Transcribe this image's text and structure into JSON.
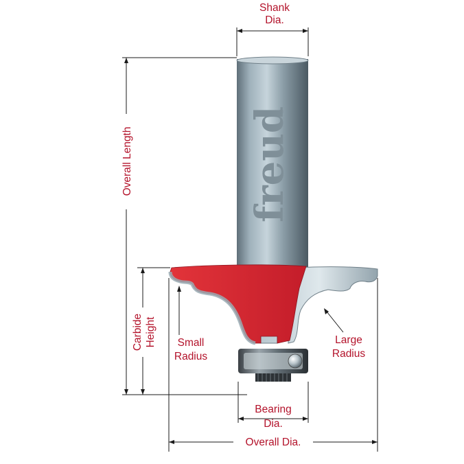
{
  "brand": {
    "logo_text": "freud",
    "registered_mark": "®"
  },
  "labels": {
    "shank_dia": [
      "Shank",
      "Dia."
    ],
    "overall_length": "Overall Length",
    "carbide_height": [
      "Carbide",
      "Height"
    ],
    "small_radius": [
      "Small",
      "Radius"
    ],
    "large_radius": [
      "Large",
      "Radius"
    ],
    "bearing_dia": [
      "Bearing",
      "Dia."
    ],
    "overall_dia": "Overall Dia."
  },
  "colors": {
    "label_text": "#b3122a",
    "carbide_red": "#d9232e",
    "steel": "#8fa2ad"
  }
}
